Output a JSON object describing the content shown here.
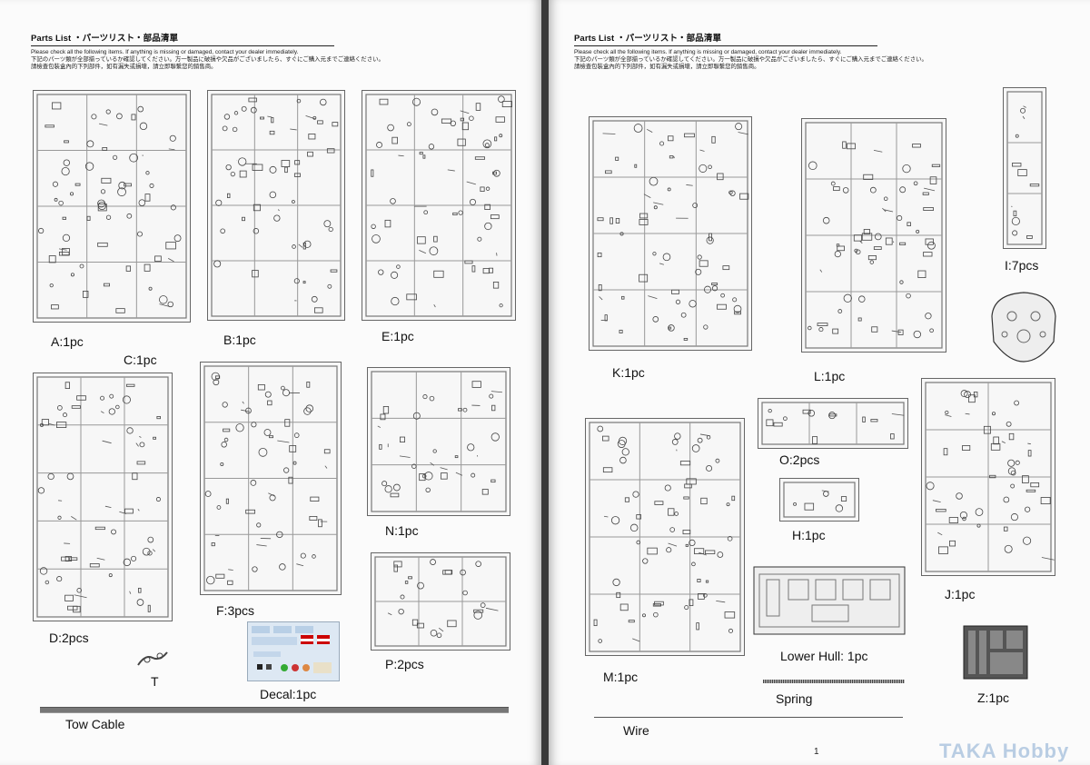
{
  "header": {
    "title": "Parts List ・パーツリスト・部品清單",
    "line_en": "Please check all the following items. If anything is missing or damaged, contact your dealer immediately.",
    "line_ja": "下記のパーツ類が全部揃っているか確認してください。万一製品に破損や欠品がございましたら、すぐにご購入元までご連絡ください。",
    "line_zh": "請檢查包裝盒內的下列部件，如有漏失或損壞，請立即聯繫您的銷售商。"
  },
  "left_labels": {
    "a": "A:1pc",
    "c": "C:1pc",
    "b": "B:1pc",
    "e": "E:1pc",
    "d": "D:2pcs",
    "f": "F:3pcs",
    "n": "N:1pc",
    "p": "P:2pcs",
    "t": "T",
    "decal": "Decal:1pc",
    "tow": "Tow Cable"
  },
  "right_labels": {
    "k": "K:1pc",
    "l": "L:1pc",
    "i": "I:7pcs",
    "o": "O:2pcs",
    "h": "H:1pc",
    "j": "J:1pc",
    "m": "M:1pc",
    "lower_hull": "Lower Hull: 1pc",
    "spring": "Spring",
    "z": "Z:1pc",
    "wire": "Wire"
  },
  "page_number": "1",
  "watermark": "TAKA Hobby"
}
